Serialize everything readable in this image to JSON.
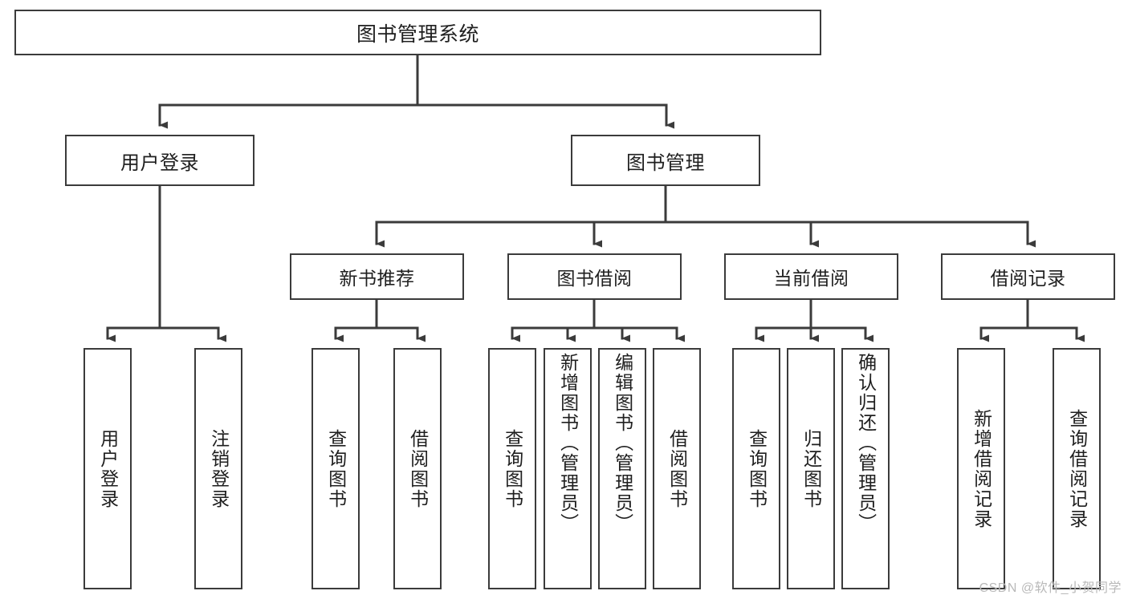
{
  "diagram": {
    "title": "图书管理系统",
    "type": "功能结构图",
    "style": {
      "background": "#ffffff",
      "node_border": "#3b3b3b",
      "node_fill": "#ffffff",
      "edge_color": "#3b3b3b",
      "text_color": "#1f1f1f",
      "watermark_color": "#b9b9b9"
    },
    "root": {
      "label": "图书管理系统"
    },
    "level2": [
      {
        "label": "用户登录"
      },
      {
        "label": "图书管理"
      }
    ],
    "level3": [
      {
        "label": "新书推荐"
      },
      {
        "label": "图书借阅"
      },
      {
        "label": "当前借阅"
      },
      {
        "label": "借阅记录"
      }
    ],
    "leaves": {
      "user_login": [
        {
          "label": "用户登录"
        },
        {
          "label": "注销登录"
        }
      ],
      "new_book": [
        {
          "label": "查询图书"
        },
        {
          "label": "借阅图书"
        }
      ],
      "book_borrow": [
        {
          "label": "查询图书"
        },
        {
          "label": "新增图书（管理员）"
        },
        {
          "label": "编辑图书（管理员）"
        },
        {
          "label": "借阅图书"
        }
      ],
      "current_borrow": [
        {
          "label": "查询图书"
        },
        {
          "label": "归还图书"
        },
        {
          "label": "确认归还（管理员）"
        }
      ],
      "borrow_record": [
        {
          "label": "新增借阅记录"
        },
        {
          "label": "查询借阅记录"
        }
      ]
    }
  },
  "watermark": {
    "text": "CSDN @软件_小贺同学"
  }
}
